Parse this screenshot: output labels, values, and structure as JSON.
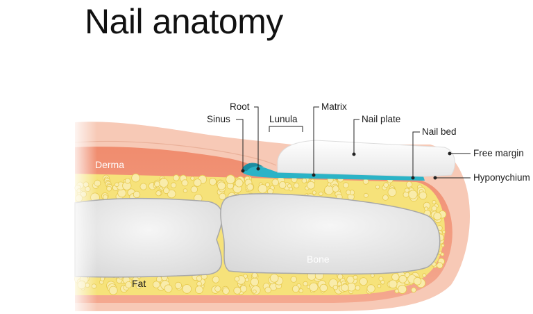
{
  "title": "Nail anatomy",
  "labels": {
    "root": "Root",
    "sinus": "Sinus",
    "lunula": "Lunula",
    "matrix": "Matrix",
    "nail_plate": "Nail plate",
    "nail_bed": "Nail bed",
    "free_margin": "Free margin",
    "hyponychium": "Hyponychium",
    "derma": "Derma",
    "bone": "Bone",
    "fat": "Fat"
  },
  "colors": {
    "epidermis": "#f6c2ae",
    "derma": "#ef8262",
    "fat": "#f6e27a",
    "fat_globule": "#f9ecab",
    "bone": "#e9e9e9",
    "nail_bed": "#2bb3c6",
    "nail_plate": "#f4f4f4"
  }
}
